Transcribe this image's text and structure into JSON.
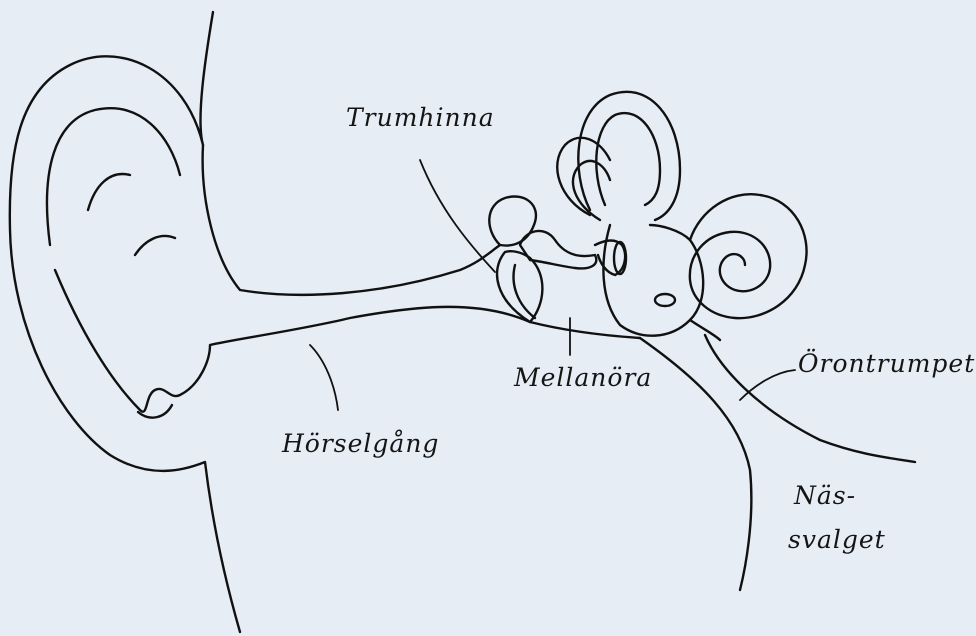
{
  "diagram": {
    "background_color": "#e6edf5",
    "ink_color": "#111111",
    "labels": {
      "trumhinna": "Trumhinna",
      "mellanora": "Mellanöra",
      "orontrumpet": "Örontrumpet",
      "horselgang": "Hörselgång",
      "nas_line1": "Näs-",
      "nas_line2": "svalget"
    }
  }
}
